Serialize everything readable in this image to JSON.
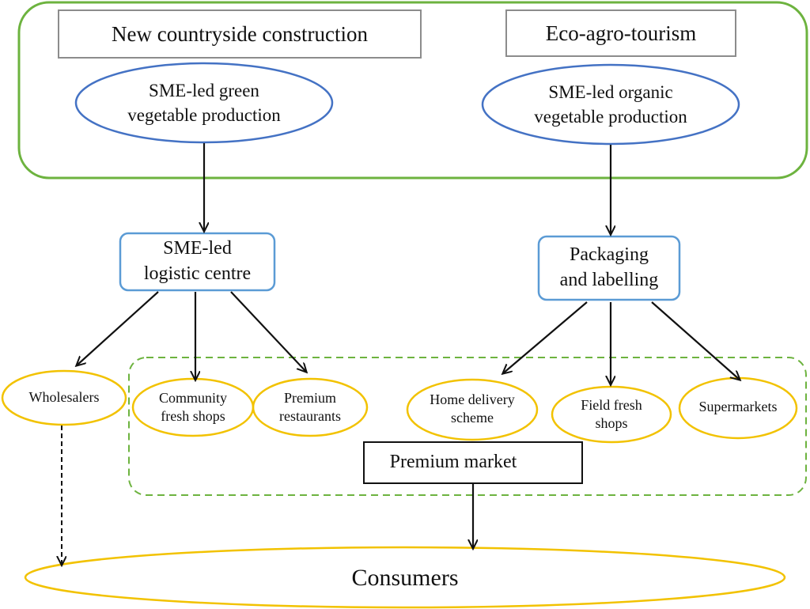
{
  "top_boxes": {
    "countryside": "New countryside construction",
    "ecotourism": "Eco-agro-tourism"
  },
  "production": {
    "green": [
      "SME-led green",
      "vegetable production"
    ],
    "organic": [
      "SME-led organic",
      "vegetable production"
    ]
  },
  "intermediate": {
    "logistic": [
      "SME-led",
      "logistic centre"
    ],
    "packaging": [
      "Packaging",
      "and labelling"
    ]
  },
  "outlets": {
    "wholesalers": [
      "Wholesalers"
    ],
    "community": [
      "Community",
      "fresh shops"
    ],
    "restaurants": [
      "Premium",
      "restaurants"
    ],
    "home_delivery": [
      "Home delivery",
      "scheme"
    ],
    "field_fresh": [
      "Field fresh",
      "shops"
    ],
    "supermarkets": [
      "Supermarkets"
    ]
  },
  "premium_market": "Premium market",
  "consumers": "Consumers",
  "colors": {
    "green_outline": "#6db33f",
    "blue_outline": "#4472c4",
    "yellow_outline": "#f2c200",
    "gray_box": "#8c8c8c",
    "arrow": "#111111"
  }
}
